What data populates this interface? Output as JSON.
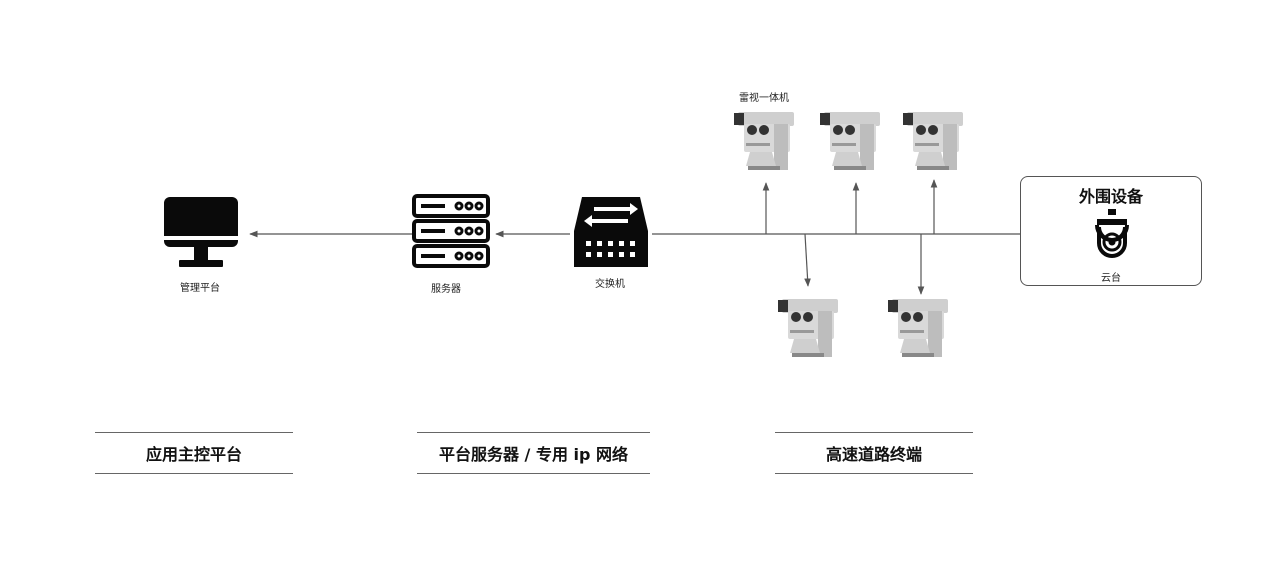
{
  "nodes": {
    "management_platform": {
      "label": "管理平台"
    },
    "server": {
      "label": "服务器"
    },
    "switch": {
      "label": "交换机"
    },
    "radar_camera_group": {
      "label": "雷视一体机"
    },
    "peripheral": {
      "title": "外围设备",
      "ptz_label": "云台"
    }
  },
  "categories": {
    "app": "应用主控平台",
    "network": "平台服务器 / 专用 ip 网络",
    "terminal": "高速道路终端"
  },
  "icons": {
    "monitor": "monitor-icon",
    "server": "server-rack-icon",
    "switch": "network-switch-icon",
    "camera": "radar-camera-icon",
    "ptz": "ptz-dome-camera-icon"
  },
  "colors": {
    "line": "#555555",
    "icon": "#0a0a0a",
    "camera_body": "#d9d9d9",
    "camera_dark": "#333333"
  }
}
